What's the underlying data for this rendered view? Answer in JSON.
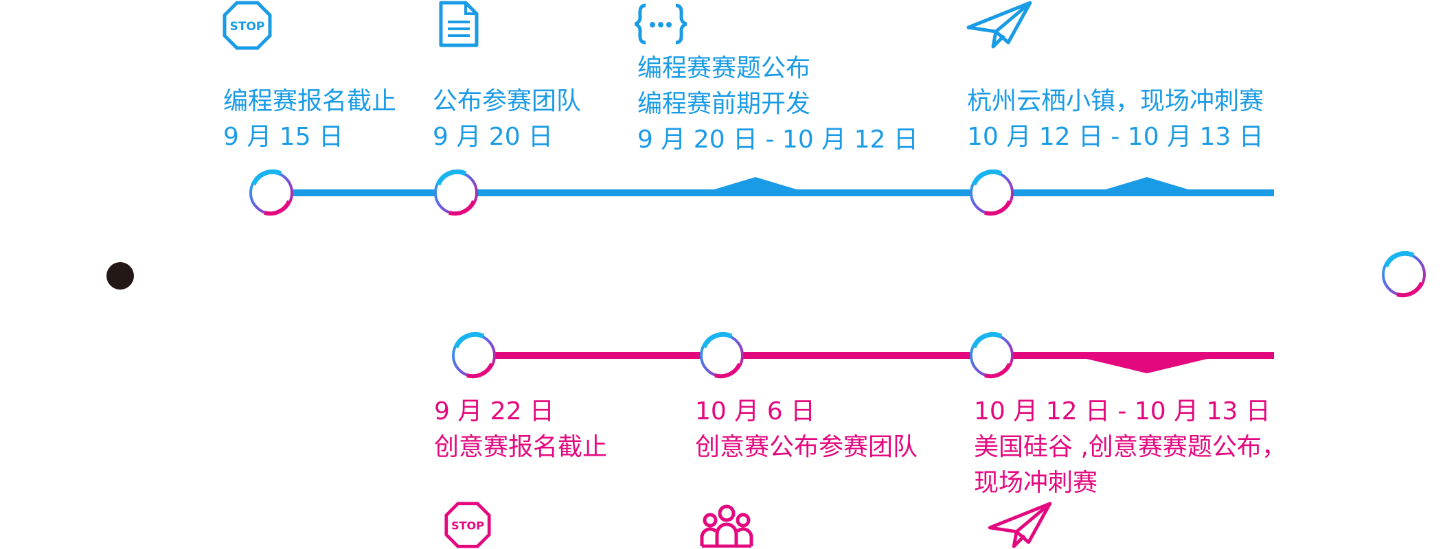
{
  "colors": {
    "blue": "#1a9be6",
    "pink": "#e4087f",
    "dot": "#231815"
  },
  "top_track": {
    "events": [
      {
        "lines": [
          "编程赛报名截止",
          "9 月 15 日"
        ],
        "icon": "stop-sign-icon"
      },
      {
        "lines": [
          "公布参赛团队",
          "9 月 20 日"
        ],
        "icon": "document-icon"
      },
      {
        "lines": [
          "编程赛赛题公布",
          "编程赛前期开发",
          "9 月 20 日 - 10 月 12 日"
        ],
        "icon": "code-braces-icon"
      },
      {
        "lines": [
          "杭州云栖小镇，现场冲刺赛",
          "10 月 12 日 - 10 月 13 日"
        ],
        "icon": "paper-plane-icon"
      }
    ]
  },
  "bottom_track": {
    "events": [
      {
        "lines": [
          "9 月 22 日",
          "创意赛报名截止"
        ],
        "icon": "stop-sign-icon"
      },
      {
        "lines": [
          "10 月 6 日",
          "创意赛公布参赛团队"
        ],
        "icon": "team-icon"
      },
      {
        "lines": [
          "10 月 12 日 - 10 月 13 日",
          "美国硅谷 ,创意赛赛题公布，",
          "现场冲刺赛"
        ],
        "icon": "paper-plane-icon"
      }
    ]
  }
}
